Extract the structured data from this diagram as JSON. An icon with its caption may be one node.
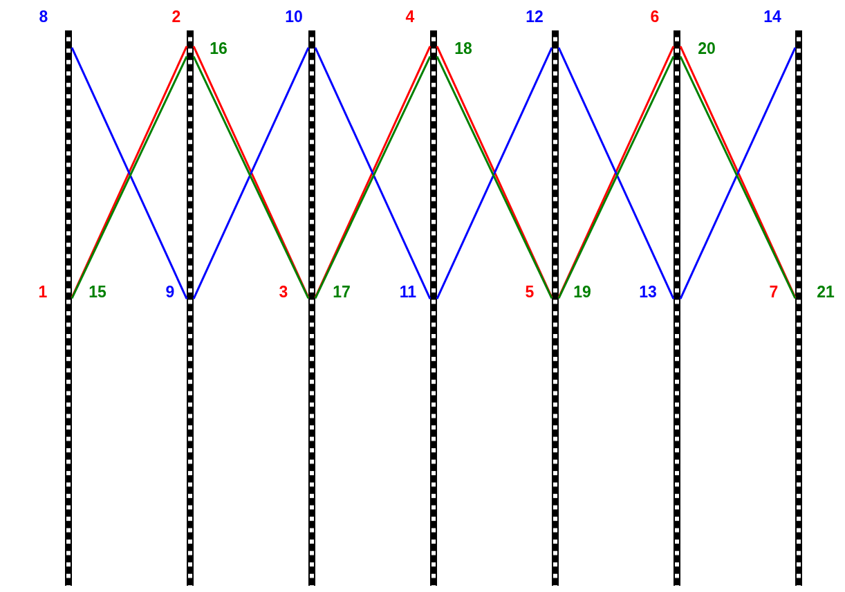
{
  "diagram": {
    "nodes": [
      {
        "text": [],
        "shape": "bar"
      },
      {
        "text": [],
        "shape": "bar"
      },
      {
        "text": [],
        "shape": "bar"
      },
      {
        "text": [],
        "shape": "bar"
      },
      {
        "text": [],
        "shape": "bar"
      },
      {
        "text": [],
        "shape": "bar"
      },
      {
        "text": [],
        "shape": "bar"
      }
    ],
    "edges": [
      {
        "from": 0,
        "to": 1,
        "arrow": "none",
        "color": "#ff0000"
      },
      {
        "from": 1,
        "to": 2,
        "arrow": "none",
        "color": "#ff0000"
      },
      {
        "from": 2,
        "to": 3,
        "arrow": "none",
        "color": "#ff0000"
      },
      {
        "from": 3,
        "to": 4,
        "arrow": "none",
        "color": "#ff0000"
      },
      {
        "from": 4,
        "to": 5,
        "arrow": "none",
        "color": "#ff0000"
      },
      {
        "from": 5,
        "to": 6,
        "arrow": "none",
        "color": "#ff0000"
      },
      {
        "from": 0,
        "to": 1,
        "arrow": "none",
        "color": "#0000ff"
      },
      {
        "from": 1,
        "to": 2,
        "arrow": "none",
        "color": "#0000ff"
      },
      {
        "from": 2,
        "to": 3,
        "arrow": "none",
        "color": "#0000ff"
      },
      {
        "from": 3,
        "to": 4,
        "arrow": "none",
        "color": "#0000ff"
      },
      {
        "from": 4,
        "to": 5,
        "arrow": "none",
        "color": "#0000ff"
      },
      {
        "from": 5,
        "to": 6,
        "arrow": "none",
        "color": "#0000ff"
      },
      {
        "from": 0,
        "to": 1,
        "arrow": "none",
        "color": "#008000"
      },
      {
        "from": 1,
        "to": 2,
        "arrow": "none",
        "color": "#008000"
      },
      {
        "from": 2,
        "to": 3,
        "arrow": "none",
        "color": "#008000"
      },
      {
        "from": 3,
        "to": 4,
        "arrow": "none",
        "color": "#008000"
      },
      {
        "from": 4,
        "to": 5,
        "arrow": "none",
        "color": "#008000"
      },
      {
        "from": 5,
        "to": 6,
        "arrow": "none",
        "color": "#008000"
      }
    ],
    "labels": [
      "8",
      "2",
      "10",
      "4",
      "12",
      "6",
      "14",
      "16",
      "18",
      "20",
      "1",
      "15",
      "9",
      "3",
      "17",
      "11",
      "5",
      "19",
      "13",
      "7",
      "21"
    ]
  }
}
